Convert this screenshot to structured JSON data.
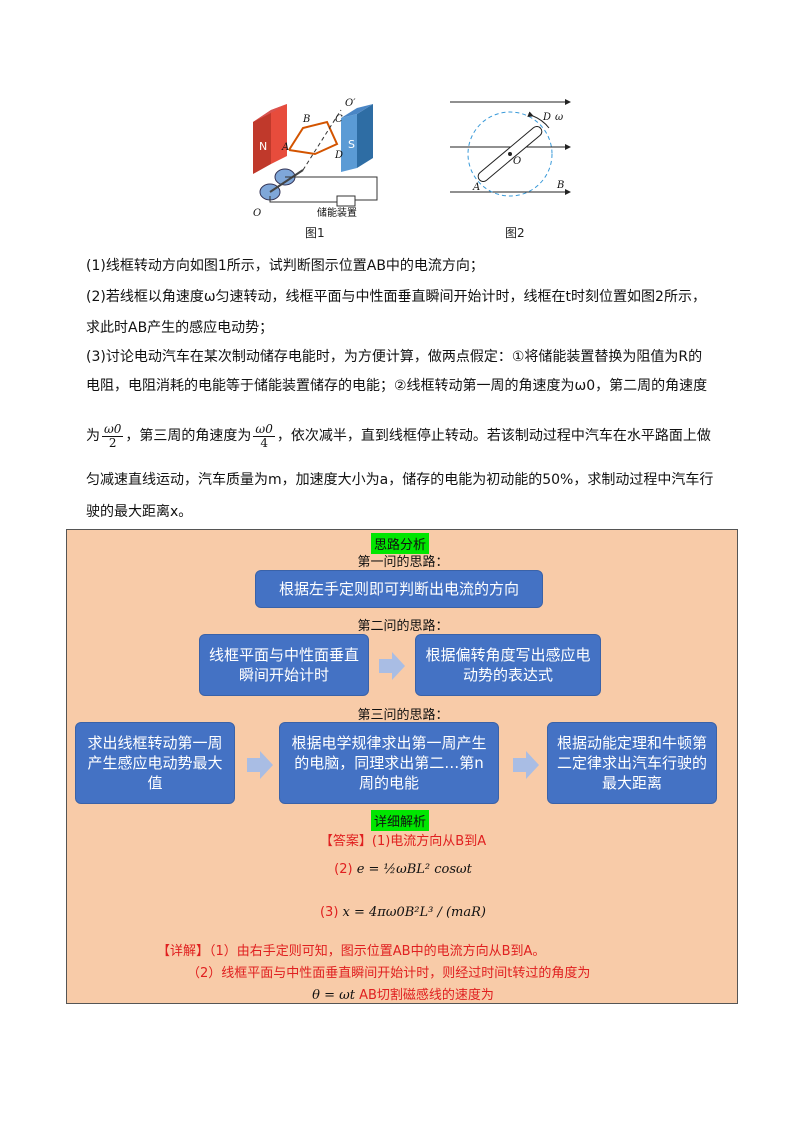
{
  "figures": {
    "fig1": {
      "caption": "图1",
      "labels": {
        "N": "N",
        "S": "S",
        "A": "A",
        "B": "B",
        "C": "C",
        "D": "D",
        "O": "O",
        "Oprime": "O′",
        "device": "储能装置"
      }
    },
    "fig2": {
      "caption": "图2",
      "labels": {
        "A": "A",
        "B": "B",
        "D": "D",
        "O": "O",
        "omega": "ω"
      }
    }
  },
  "questions": {
    "q1": "(1)线框转动方向如图1所示，试判断图示位置AB中的电流方向；",
    "q2_line1": "(2)若线框以角速度ω匀速转动，线框平面与中性面垂直瞬间开始计时，线框在t时刻位置如图2所示，",
    "q2_line2": "求此时AB产生的感应电动势；",
    "q3_line1": "(3)讨论电动汽车在某次制动储存电能时，为方便计算，做两点假定：①将储能装置替换为阻值为R的",
    "q3_line2": "电阻，电阻消耗的电能等于储能装置储存的电能；②线框转动第一周的角速度为ω0，第二周的角速度",
    "q3_line3_a": "为",
    "q3_line3_frac1_num": "ω0",
    "q3_line3_frac1_den": "2",
    "q3_line3_b": "，第三周的角速度为",
    "q3_line3_frac2_num": "ω0",
    "q3_line3_frac2_den": "4",
    "q3_line3_c": "，依次减半，直到线框停止转动。若该制动过程中汽车在水平路面上做",
    "q3_line4": "匀减速直线运动，汽车质量为m，加速度大小为a，储存的电能为初动能的50%，求制动过程中汽车行",
    "q3_line5": "驶的最大距离x。"
  },
  "analysis": {
    "title": "思路分析",
    "q1_heading": "第一问的思路：",
    "q1_box": "根据左手定则即可判断出电流的方向",
    "q2_heading": "第二问的思路：",
    "q2_box1": "线框平面与中性面垂直瞬间开始计时",
    "q2_box2": "根据偏转角度写出感应电动势的表达式",
    "q3_heading": "第三问的思路：",
    "q3_box1": "求出线框转动第一周产生感应电动势最大值",
    "q3_box2": "根据电学规律求出第一周产生的电脑，同理求出第二…第n周的电能",
    "q3_box3": "根据动能定理和牛顿第二定律求出汽车行驶的最大距离",
    "detail_title": "详细解析",
    "answer_label": "【答案】",
    "answer1": "(1)电流方向从B到A",
    "answer2_prefix": "(2)",
    "answer2_formula": "e = ½ωBL² cosωt",
    "answer3_prefix": "(3)",
    "answer3_formula": "x = 4πω0B²L³ / (maR)",
    "detail_label": "【详解】",
    "detail1": "（1）由右手定则可知，图示位置AB中的电流方向从B到A。",
    "detail2": "（2）线框平面与中性面垂直瞬间开始计时，则经过时间t转过的角度为",
    "detail3_formula": "θ = ωt",
    "detail3_text": "AB切割磁感线的速度为"
  }
}
